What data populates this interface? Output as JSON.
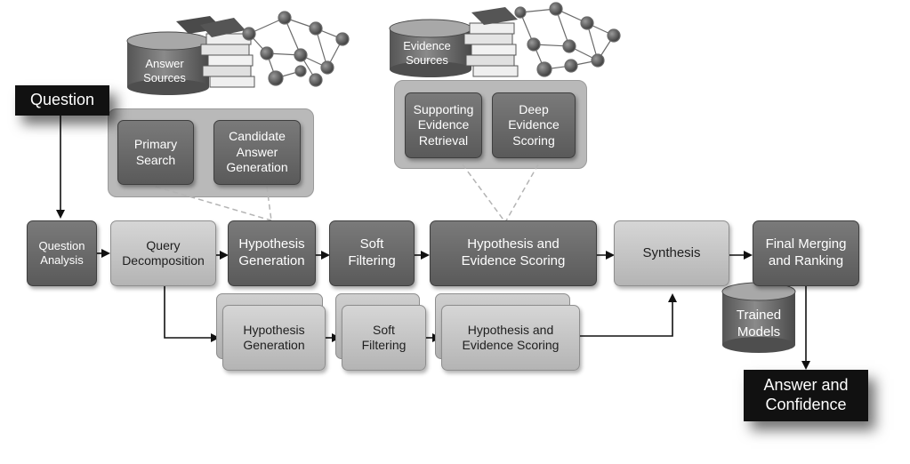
{
  "question": "Question",
  "answer": "Answer and\nConfidence",
  "answer_sources": "Answer\nSources",
  "evidence_sources": "Evidence\nSources",
  "trained_models": "Trained\nModels",
  "primary_search": "Primary\nSearch",
  "candidate_answer_generation": "Candidate\nAnswer\nGeneration",
  "supporting_evidence_retrieval": "Supporting\nEvidence\nRetrieval",
  "deep_evidence_scoring": "Deep\nEvidence\nScoring",
  "main": {
    "question_analysis": "Question\nAnalysis",
    "query_decomposition": "Query\nDecomposition",
    "hypothesis_generation": "Hypothesis\nGeneration",
    "soft_filtering": "Soft\nFiltering",
    "hypothesis_evidence_scoring": "Hypothesis and\nEvidence Scoring",
    "synthesis": "Synthesis",
    "final_merging": "Final Merging\nand Ranking"
  },
  "parallel": {
    "hypothesis_generation": "Hypothesis\nGeneration",
    "soft_filtering": "Soft\nFiltering",
    "hypothesis_evidence_scoring": "Hypothesis and\nEvidence Scoring"
  }
}
